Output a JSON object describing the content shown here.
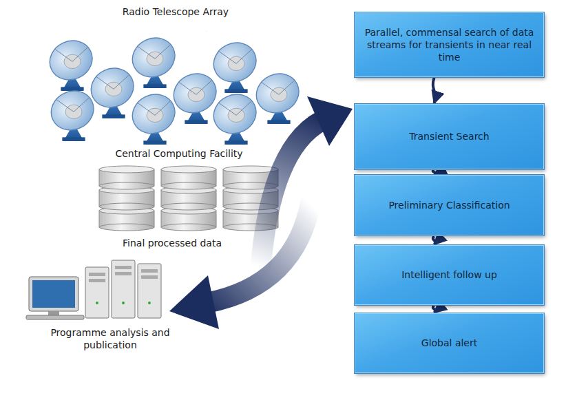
{
  "diagram": {
    "nodes": [
      {
        "text": [
          "Parallel, commensal search of data streams for transients in near real time"
        ]
      },
      {
        "text": [
          "Transient Search"
        ]
      },
      {
        "text": [
          "Preliminary Classification"
        ]
      },
      {
        "text": [
          "Intelligent follow up"
        ]
      },
      {
        "text": [
          "Global alert"
        ]
      }
    ],
    "edges": [
      {
        "from": 0,
        "to": 1,
        "arrow": "to"
      },
      {
        "from": 1,
        "to": 2,
        "arrow": "to"
      },
      {
        "from": 2,
        "to": 3,
        "arrow": "to"
      },
      {
        "from": 3,
        "to": 4,
        "arrow": "to"
      }
    ],
    "labels": [
      "Radio Telescope Array",
      "Central Computing Facility",
      "Final processed data",
      "Programme analysis and publication"
    ]
  }
}
